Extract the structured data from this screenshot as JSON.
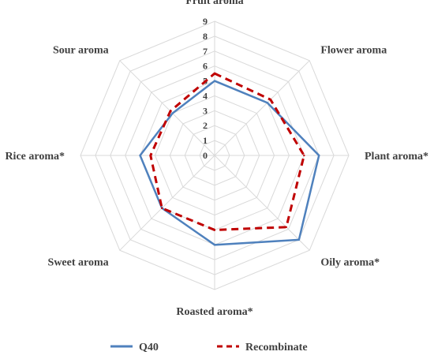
{
  "chart_data": {
    "type": "radar",
    "categories": [
      "Fruit aroma",
      "Flower aroma",
      "Plant aroma*",
      "Oily aroma*",
      "Roasted aroma*",
      "Sweet aroma",
      "Rice aroma*",
      "Sour aroma"
    ],
    "ticks": [
      "0",
      "1",
      "2",
      "3",
      "4",
      "5",
      "6",
      "7",
      "8",
      "9"
    ],
    "rlim": [
      0,
      9
    ],
    "grid": true,
    "legend_position": "bottom",
    "series": [
      {
        "name": "Q40",
        "color": "#4f81bd",
        "line_style": "solid",
        "values": [
          5.0,
          5.0,
          7.0,
          8.0,
          6.0,
          5.0,
          5.0,
          4.0
        ]
      },
      {
        "name": "Recombinate",
        "color": "#c00000",
        "line_style": "dashed",
        "values": [
          5.5,
          5.3,
          6.0,
          6.8,
          5.0,
          5.0,
          4.3,
          4.2
        ]
      }
    ]
  }
}
